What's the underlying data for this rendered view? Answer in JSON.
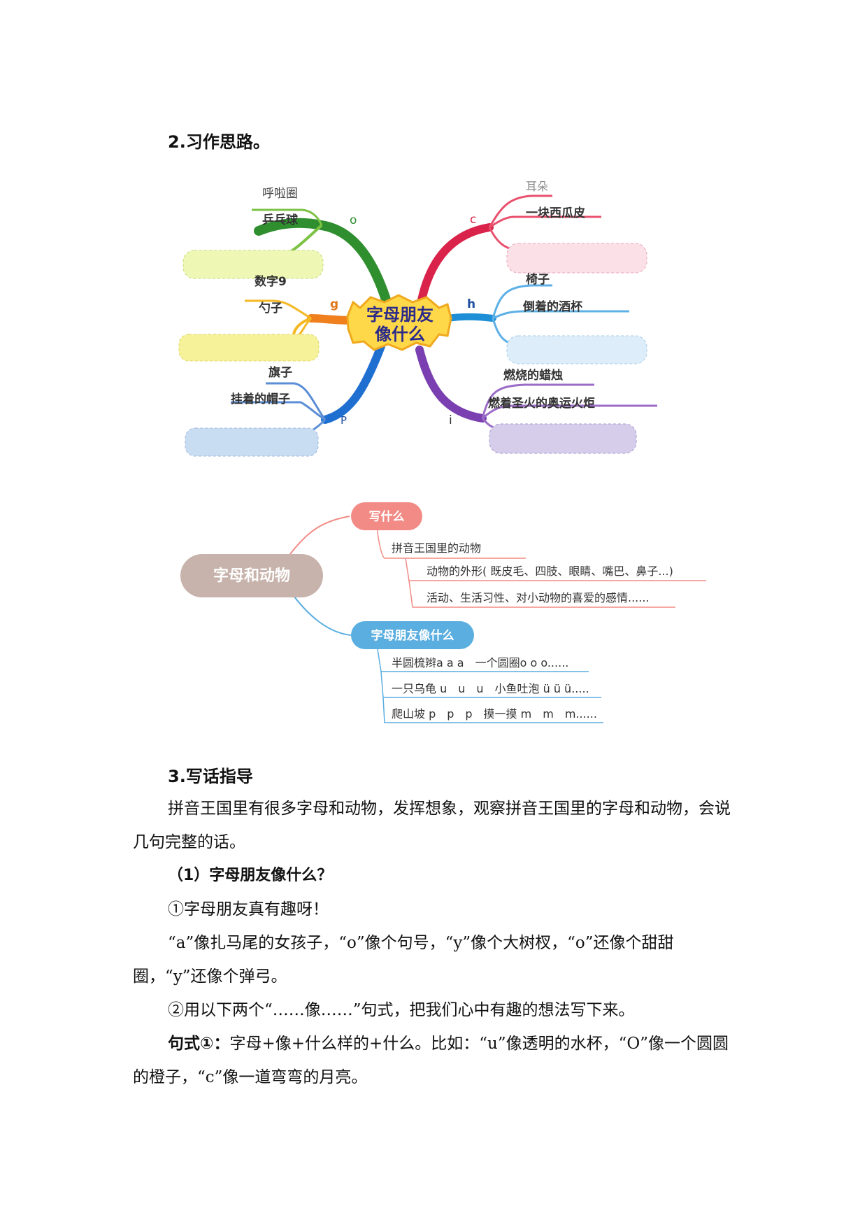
{
  "section2": {
    "title": "2.习作思路。"
  },
  "mindmap1": {
    "center": [
      "字母朋友",
      "像什么"
    ],
    "branches": {
      "o": {
        "letter": "o",
        "items": [
          "呼啦圈",
          "乒乓球"
        ]
      },
      "g": {
        "letter": "g",
        "items": [
          "数字9",
          "勺子"
        ]
      },
      "p": {
        "letter": "P",
        "items": [
          "旗子",
          "挂着的帽子"
        ]
      },
      "c": {
        "letter": "c",
        "items": [
          "耳朵",
          "一块西瓜皮"
        ]
      },
      "h": {
        "letter": "h",
        "items": [
          "椅子",
          "倒着的酒杯"
        ]
      },
      "i": {
        "letter": "i",
        "items": [
          "燃烧的蜡烛",
          "燃着圣火的奥运火炬"
        ]
      }
    }
  },
  "mindmap2": {
    "root": "字母和动物",
    "what": {
      "label": "写什么",
      "sub": "拼音王国里的动物",
      "items": [
        "动物的外形( 既皮毛、四肢、眼睛、嘴巴、鼻子...)",
        "活动、生活习性、对小动物的喜爱的感情......"
      ]
    },
    "like": {
      "label": "字母朋友像什么",
      "items": [
        "半圆梳辫a a a　一个圆圈o o o......",
        "一只乌龟 u　u　u　小鱼吐泡 ü ü ü.....",
        "爬山坡 p　p　p　摸一摸 m　m　m......"
      ]
    }
  },
  "section3": {
    "title": "3.写话指导",
    "intro": "拼音王国里有很多字母和动物，发挥想象，观察拼音王国里的字母和动物，会说几句完整的话。",
    "sub_title": "（1）字母朋友像什么？",
    "point1": "①字母朋友真有趣呀！",
    "example": "“a”像扎马尾的女孩子，“o”像个句号，“y”像个大树杈，“o”还像个甜甜圈，“y”还像个弹弓。",
    "point2": "②用以下两个“……像……”句式，把我们心中有趣的想法写下来。",
    "pattern_label": "句式①：",
    "pattern_text": "字母+像+什么样的+什么。比如：“u”像透明的水杯，“O”像一个圆圆的橙子，“c”像一道弯弯的月亮。"
  }
}
